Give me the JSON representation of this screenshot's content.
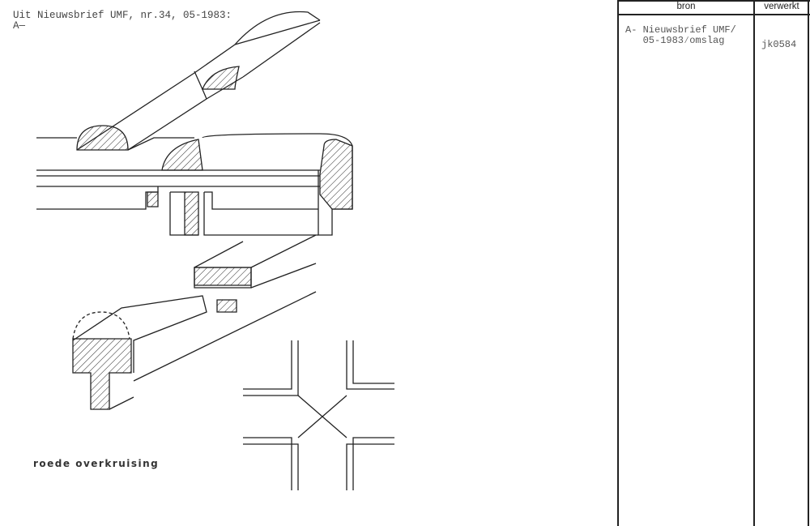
{
  "document": {
    "header_line1": "Uit Nieuwsbrief UMF, nr.34, 05-1983:",
    "header_line2": "A—",
    "caption": "roede overkruising"
  },
  "table": {
    "columns": [
      "bron",
      "verwerkt"
    ],
    "rows": [
      {
        "bron": "A- Nieuwsbrief UMF/\n   05-1983∕omslag",
        "verwerkt": "jk0584"
      }
    ]
  }
}
